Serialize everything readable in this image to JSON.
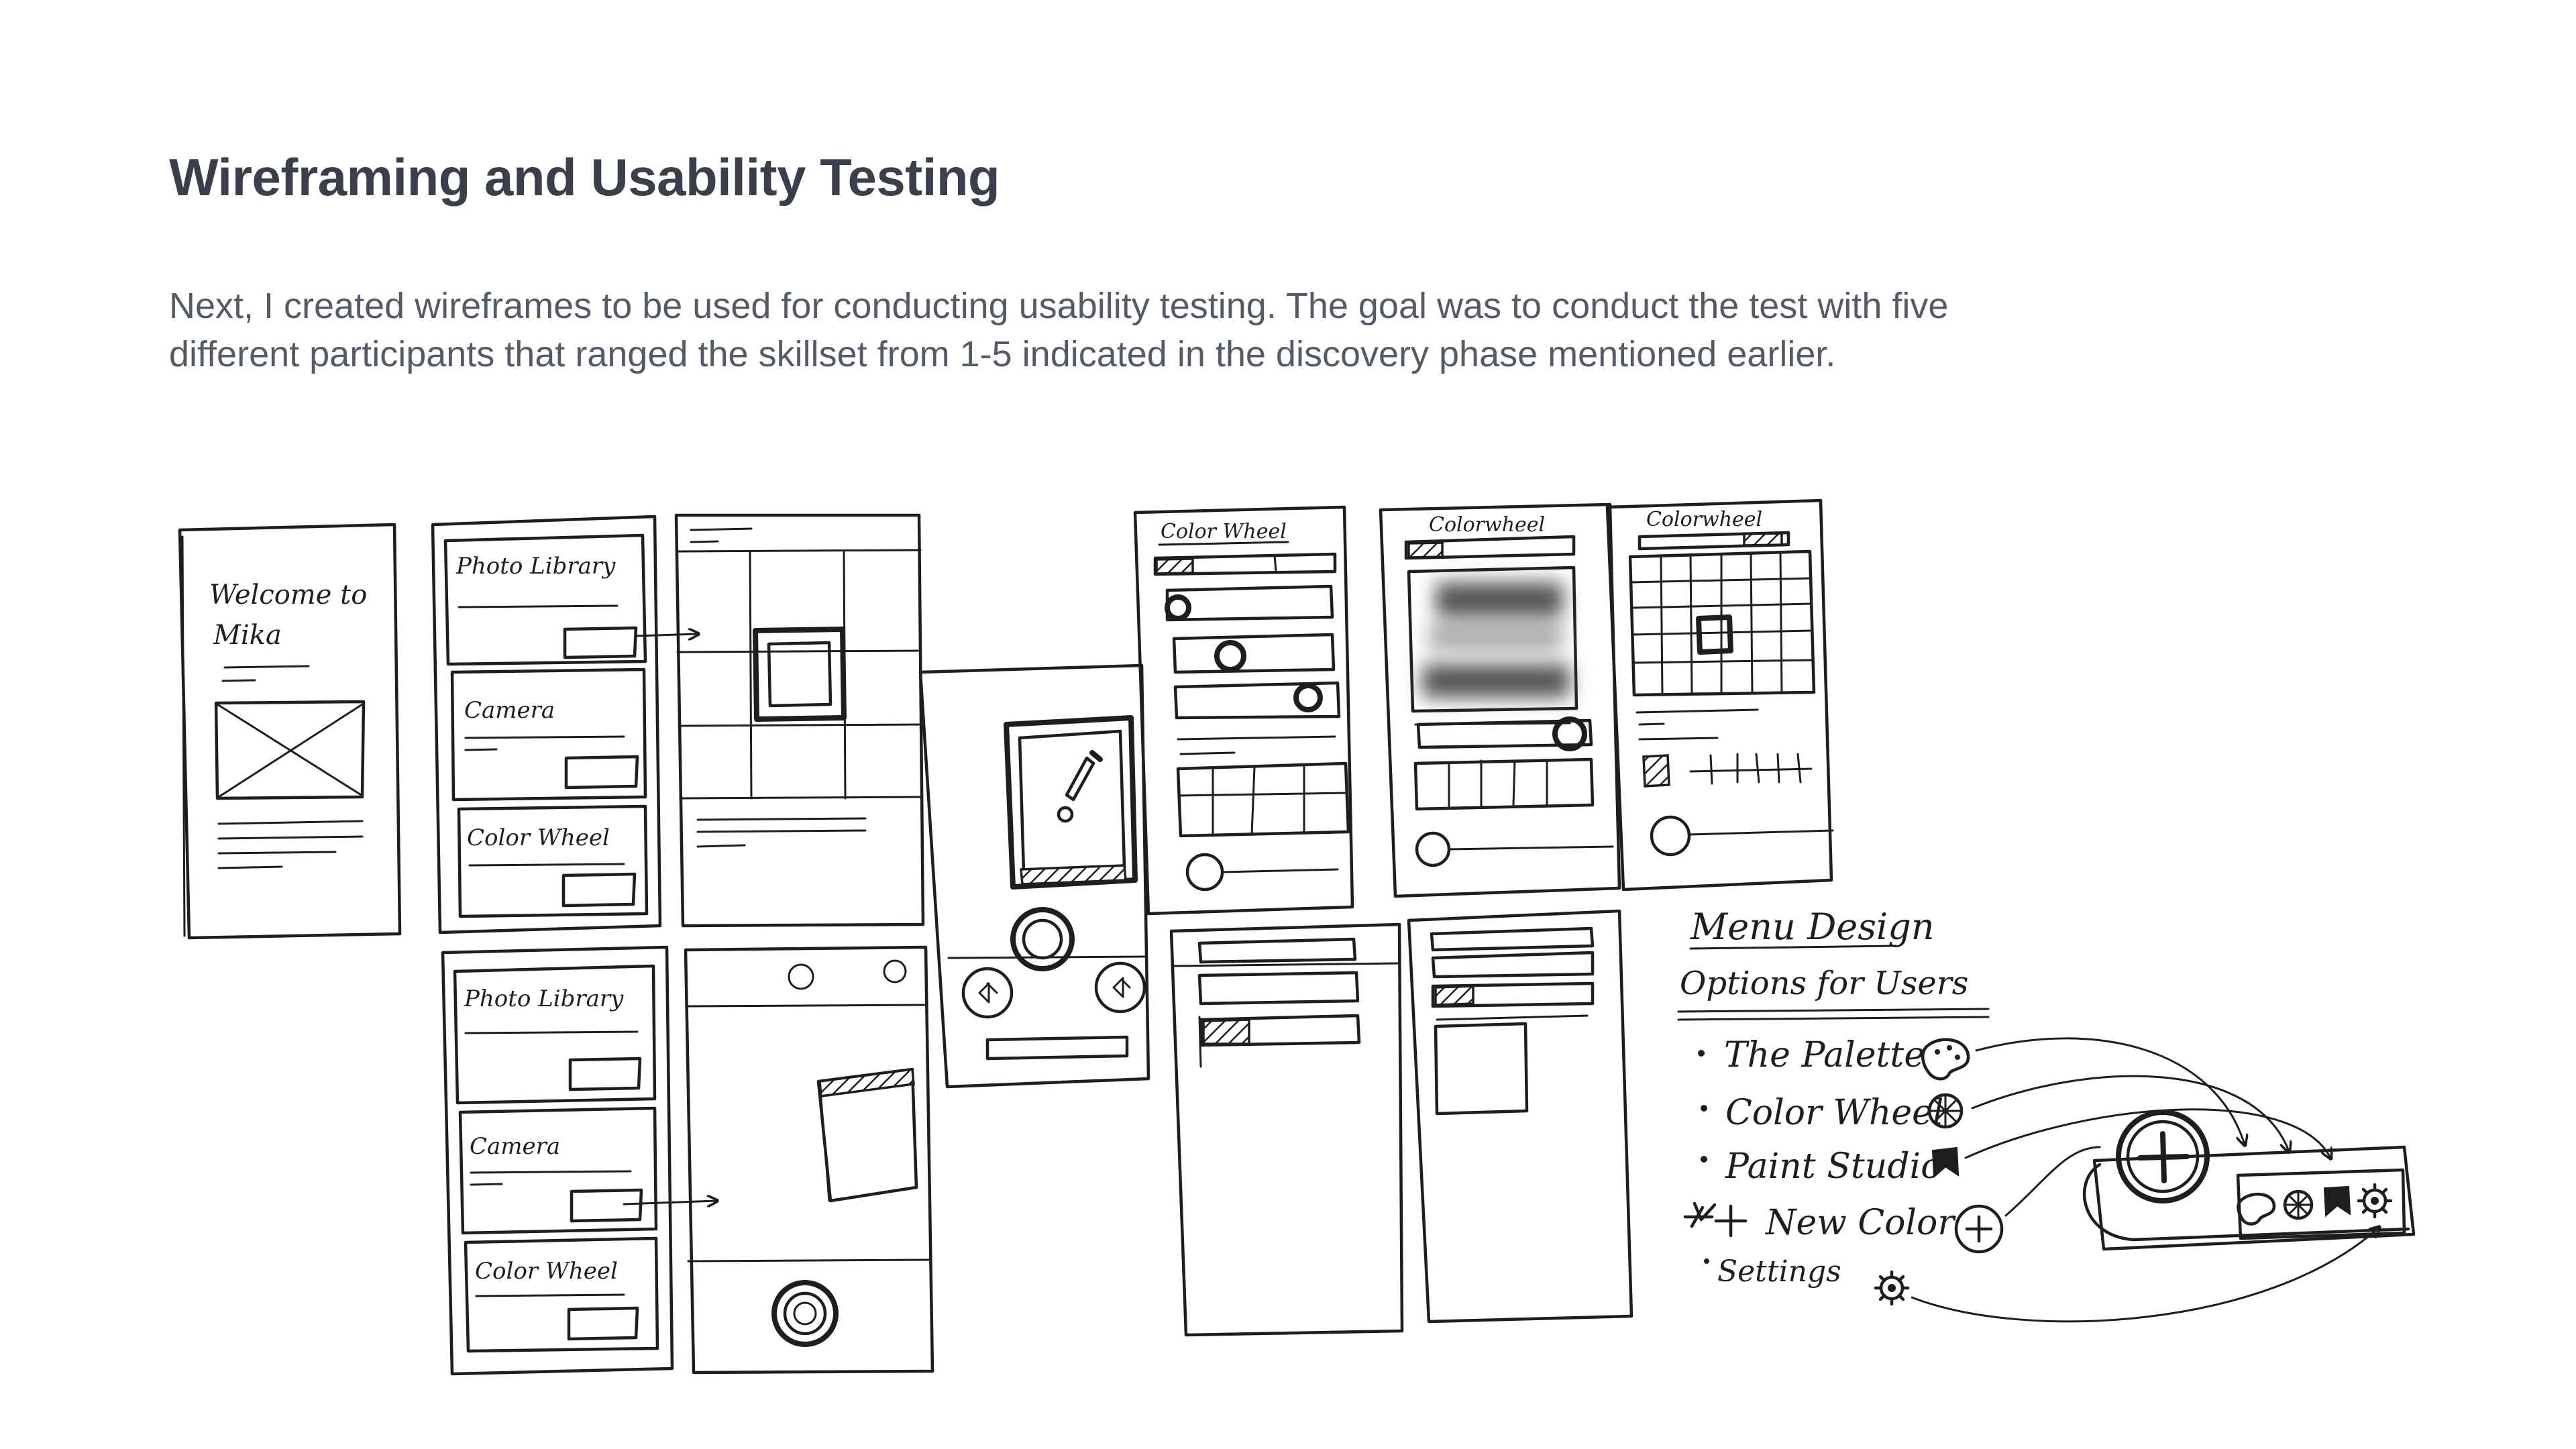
{
  "header": {
    "title": "Wireframing and Usability Testing",
    "intro_line1": "Next, I created wireframes to be used for conducting usability testing. The goal was to conduct the test with five",
    "intro_line2": "different participants that ranged the skillset from 1-5 indicated in the discovery phase mentioned earlier."
  },
  "sketch": {
    "welcome_line1": "Welcome to",
    "welcome_line2": "Mika",
    "source_a": {
      "photo_library": "Photo Library",
      "camera": "Camera",
      "color_wheel": "Color Wheel"
    },
    "source_b": {
      "photo_library": "Photo Library",
      "camera": "Camera",
      "color_wheel": "Color Wheel"
    },
    "color_wheel_titles": [
      "Color Wheel",
      "Colorwheel",
      "Colorwheel"
    ],
    "menu": {
      "title": "Menu Design",
      "subtitle": "Options for Users",
      "items": [
        {
          "label": "The Palette",
          "icon": "palette-icon"
        },
        {
          "label": "Color Wheel",
          "icon": "color-wheel-icon"
        },
        {
          "label": "Paint Studio",
          "icon": "paint-studio-icon"
        },
        {
          "label": "New Color",
          "icon": "plus-icon"
        },
        {
          "label": "Settings",
          "icon": "gear-icon"
        }
      ]
    }
  },
  "colors": {
    "title": "#3a3f4b",
    "body_text": "#555b66",
    "ink": "#1e1e1e",
    "background": "#ffffff"
  }
}
